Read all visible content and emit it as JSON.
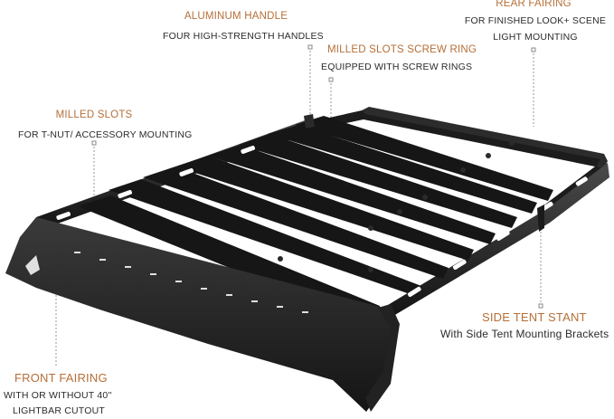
{
  "callouts": {
    "aluminum_handle": {
      "title": "ALUMINUM HANDLE",
      "desc": "FOUR HIGH-STRENGTH HANDLES"
    },
    "milled_slots_screw_ring": {
      "title": "MILLED SLOTS SCREW RING",
      "desc": "EQUIPPED WITH SCREW RINGS"
    },
    "rear_fairing": {
      "title": "REAR FAIRING",
      "desc_line1": "FOR FINISHED LOOK+ SCENE",
      "desc_line2": "LIGHT  MOUNTING"
    },
    "milled_slots": {
      "title": "MILLED SLOTS",
      "desc": "FOR  T-NUT/ ACCESSORY MOUNTING"
    },
    "side_tent_stant": {
      "title": "SIDE TENT STANT",
      "desc": "With Side Tent Mounting Brackets"
    },
    "front_fairing": {
      "title": "FRONT FAIRING",
      "desc_line1": "WITH OR WITHOUT 40''",
      "desc_line2": "LIGHTBAR CUTOUT"
    }
  },
  "colors": {
    "accent_title": "#b56f38",
    "text": "#2a2a2a",
    "rack_metal": "#1e1e1e",
    "leader_line": "#9a9a9a"
  },
  "product": {
    "icon": "roof-rack-image"
  }
}
